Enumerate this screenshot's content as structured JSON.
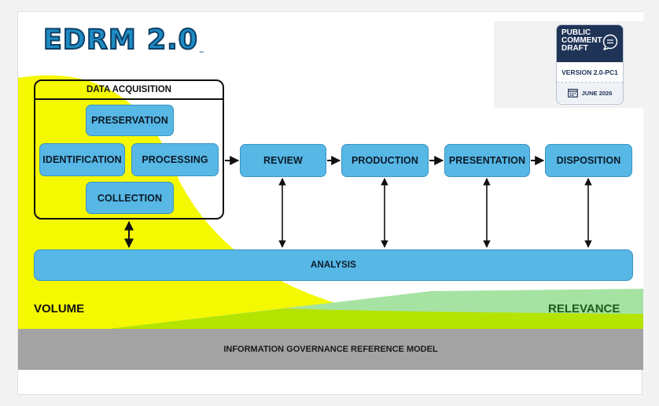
{
  "logo": {
    "text": "EDRM 2.0",
    "tm": "™"
  },
  "badge": {
    "line1": "PUBLIC",
    "line2": "COMMENT",
    "line3": "DRAFT",
    "version": "VERSION 2.0-PC1",
    "date": "JUNE 2026",
    "icons": {
      "bubble": "speech-bubble-icon",
      "calendar": "calendar-icon"
    }
  },
  "acquisition": {
    "title": "DATA ACQUISITION",
    "preservation": "PRESERVATION",
    "identification": "IDENTIFICATION",
    "processing": "PROCESSING",
    "collection": "COLLECTION"
  },
  "stages": {
    "review": "REVIEW",
    "production": "PRODUCTION",
    "presentation": "PRESENTATION",
    "disposition": "DISPOSITION"
  },
  "analysis": "ANALYSIS",
  "volume_label": "VOLUME",
  "relevance_label": "RELEVANCE",
  "governance": "INFORMATION GOVERNANCE REFERENCE MODEL",
  "colors": {
    "box": "#57b7e5",
    "volume": "#f4f800",
    "relevance": "#a6e3a3",
    "overlap": "#b4e400",
    "governance": "#a3a3a3",
    "badge_navy": "#1e3356"
  }
}
